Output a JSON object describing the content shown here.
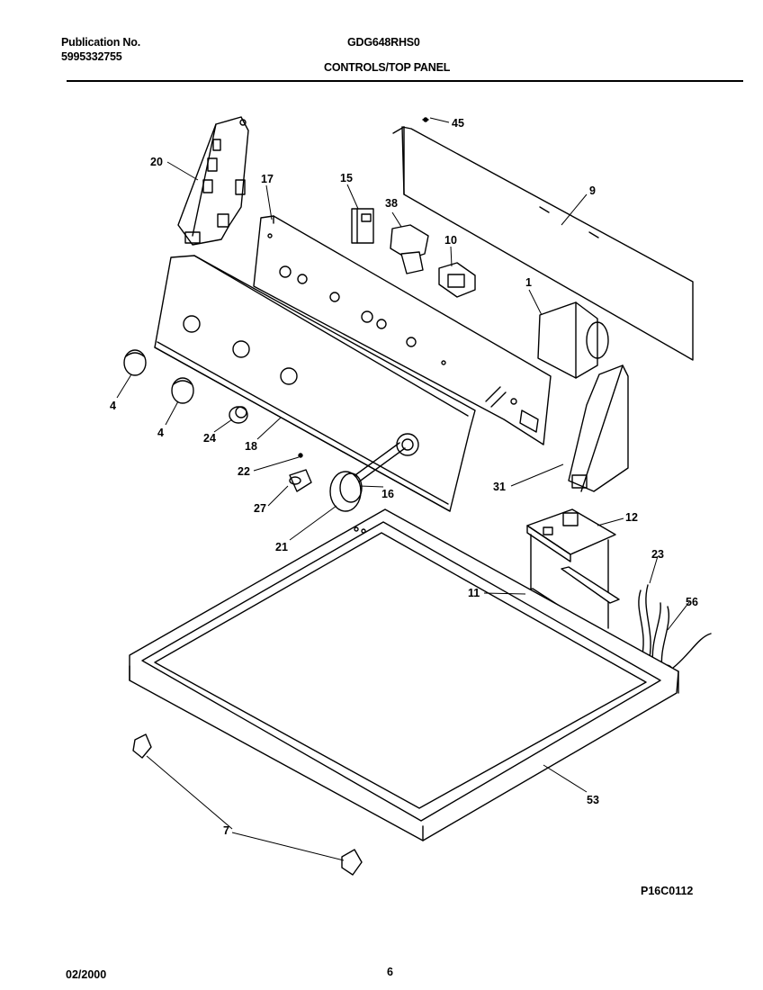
{
  "header": {
    "publication_label": "Publication No.",
    "publication_number": "5995332755",
    "model": "GDG648RHS0",
    "section_title": "CONTROLS/TOP PANEL"
  },
  "callouts": {
    "c45": "45",
    "c20": "20",
    "c17": "17",
    "c15": "15",
    "c38": "38",
    "c10": "10",
    "c9": "9",
    "c1": "1",
    "c4a": "4",
    "c4b": "4",
    "c24": "24",
    "c18": "18",
    "c22": "22",
    "c16": "16",
    "c27": "27",
    "c21": "21",
    "c31": "31",
    "c12": "12",
    "c23": "23",
    "c11": "11",
    "c56": "56",
    "c53": "53",
    "c7": "7"
  },
  "footer": {
    "diagram_code": "P16C0112",
    "date": "02/2000",
    "page": "6"
  }
}
